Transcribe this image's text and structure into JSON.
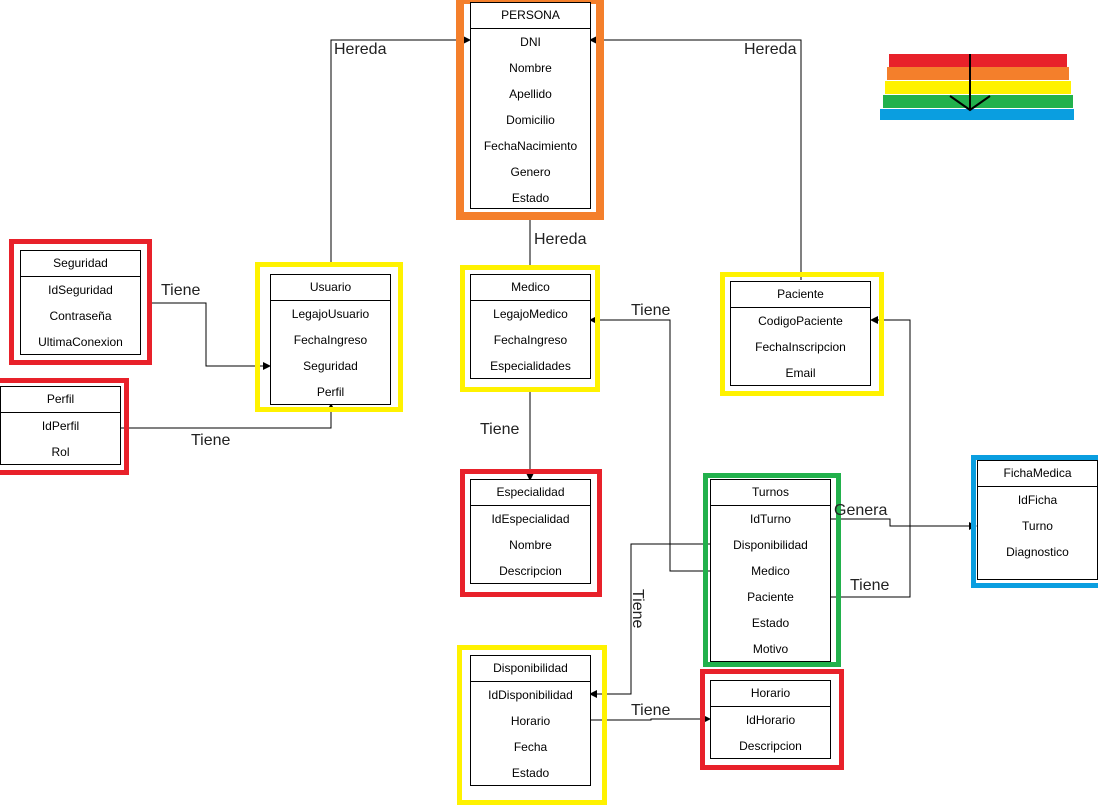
{
  "colors": {
    "orange": "#f47f2b",
    "red": "#e8212a",
    "yellow": "#fff200",
    "green": "#22b14c",
    "blue": "#0a9ee0"
  },
  "legend_icon": "stacked-color-bars-with-down-arrow",
  "entities": {
    "persona": {
      "title": "PERSONA",
      "fields": [
        "DNI",
        "Nombre",
        "Apellido",
        "Domicilio",
        "FechaNacimiento",
        "Genero",
        "Estado"
      ]
    },
    "usuario": {
      "title": "Usuario",
      "fields": [
        "LegajoUsuario",
        "FechaIngreso",
        "Seguridad",
        "Perfil"
      ]
    },
    "medico": {
      "title": "Medico",
      "fields": [
        "LegajoMedico",
        "FechaIngreso",
        "Especialidades"
      ]
    },
    "paciente": {
      "title": "Paciente",
      "fields": [
        "CodigoPaciente",
        "FechaInscripcion",
        "Email"
      ]
    },
    "seguridad": {
      "title": "Seguridad",
      "fields": [
        "IdSeguridad",
        "Contraseña",
        "UltimaConexion"
      ]
    },
    "perfil": {
      "title": "Perfil",
      "fields": [
        "IdPerfil",
        "Rol"
      ]
    },
    "especialidad": {
      "title": "Especialidad",
      "fields": [
        "IdEspecialidad",
        "Nombre",
        "Descripcion"
      ]
    },
    "turnos": {
      "title": "Turnos",
      "fields": [
        "IdTurno",
        "Disponibilidad",
        "Medico",
        "Paciente",
        "Estado",
        "Motivo"
      ]
    },
    "fichamedica": {
      "title": "FichaMedica",
      "fields": [
        "IdFicha",
        "Turno",
        "Diagnostico"
      ]
    },
    "disponibilidad": {
      "title": "Disponibilidad",
      "fields": [
        "IdDisponibilidad",
        "Horario",
        "Fecha",
        "Estado"
      ]
    },
    "horario": {
      "title": "Horario",
      "fields": [
        "IdHorario",
        "Descripcion"
      ]
    }
  },
  "relations": {
    "usuario_persona": "Hereda",
    "paciente_persona": "Hereda",
    "medico_persona": "Hereda",
    "seguridad_usuario": "Tiene",
    "perfil_usuario": "Tiene",
    "medico_especialidad": "Tiene",
    "turnos_medico": "Tiene",
    "turnos_fichamedica": "Genera",
    "turnos_paciente": "Tiene",
    "turnos_disponibilidad": "Tiene",
    "disponibilidad_horario": "Tiene"
  }
}
